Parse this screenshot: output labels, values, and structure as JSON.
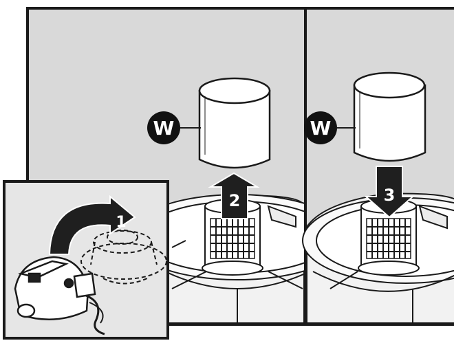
{
  "panels": {
    "main": {
      "step_number": "2",
      "filter_callout": "W"
    },
    "right": {
      "step_number": "3",
      "filter_callout": "W"
    },
    "inset": {
      "step_number": "1"
    }
  },
  "colors": {
    "panel_background": "#d9d9d9",
    "inset_background": "#e6e6e6",
    "line": "#1a1a1a",
    "arrow_fill": "#1f1f1f",
    "callout_fill": "#111111",
    "filter_fill": "#ffffff"
  },
  "icons": [
    "w-callout-icon",
    "arrow-up-icon",
    "arrow-down-icon",
    "curved-arrow-icon",
    "filter-cylinder-icon",
    "vacuum-head-icon"
  ]
}
